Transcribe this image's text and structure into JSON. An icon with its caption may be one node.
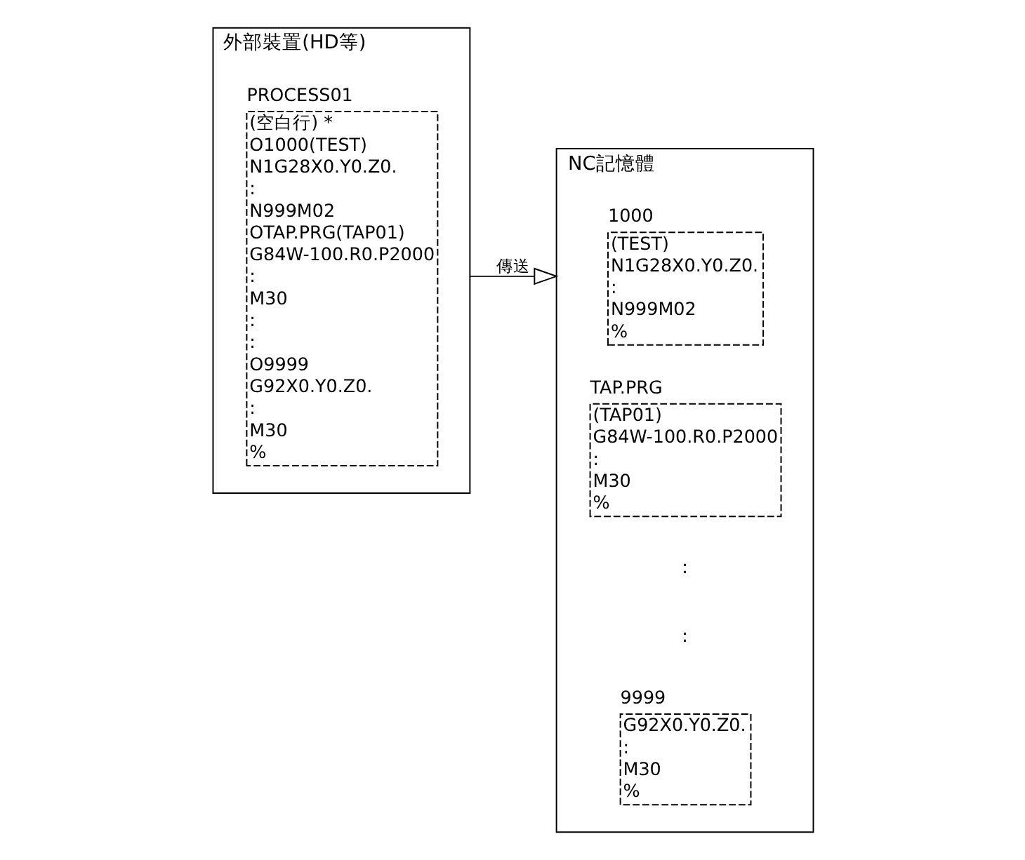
{
  "diagram": {
    "nodes": [
      {
        "text": [
          "外部裝置(HD等)"
        ]
      },
      {
        "text": [
          "PROCESS01",
          "(空白行) *",
          "O1000(TEST)",
          "N1G28X0.Y0.Z0.",
          ":",
          "N999M02",
          "OTAP.PRG(TAP01)",
          "G84W-100.R0.P2000",
          ":",
          "M30",
          ":",
          ":",
          "O9999",
          "G92X0.Y0.Z0.",
          ":",
          "M30",
          "%"
        ],
        "in": 0
      },
      {
        "text": [
          "NC記憶體"
        ]
      },
      {
        "text": [
          "1000",
          "(TEST)",
          "N1G28X0.Y0.Z0.",
          ":",
          "N999M02",
          "%"
        ],
        "in": 2
      },
      {
        "text": [
          "TAP.PRG",
          "(TAP01)",
          "G84W-100.R0.P2000",
          ":",
          "M30",
          "%"
        ],
        "in": 2
      },
      {
        "text": [
          "9999",
          "G92X0.Y0.Z0.",
          ":",
          "M30",
          "%"
        ],
        "in": 2
      }
    ],
    "edges": [
      {
        "from": 0,
        "to": 2,
        "arrow": "to",
        "label": "傳送"
      }
    ],
    "labels": [
      ":",
      ":"
    ]
  }
}
